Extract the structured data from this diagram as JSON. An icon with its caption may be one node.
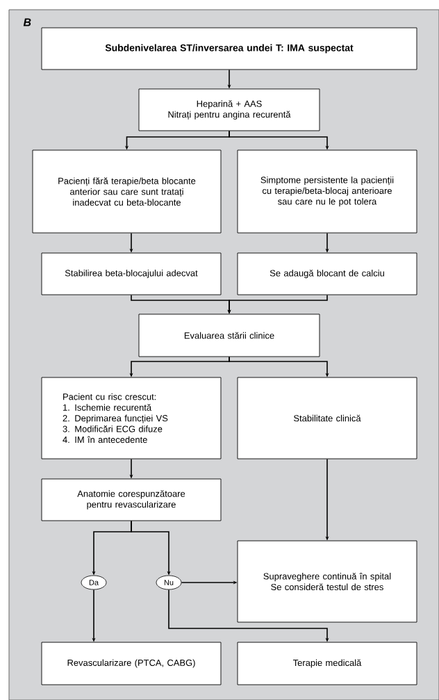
{
  "diagram": {
    "nodes": [
      {
        "text": [
          "Subdenivelarea ST/inversarea undei T: IMA suspectat"
        ]
      },
      {
        "text": [
          "Heparină + AAS",
          "Nitrați pentru angina recurentă"
        ]
      },
      {
        "text": [
          "Pacienți fără terapie/beta blocante anterior sau care sunt tratați inadecvat cu beta-blocante"
        ]
      },
      {
        "text": [
          "Simptome persistente la pacienții cu terapie/beta-blocaj anterioare sau care nu le pot tolera"
        ]
      },
      {
        "text": [
          "Stabilirea beta-blocajului adecvat"
        ]
      },
      {
        "text": [
          "Se adaugă blocant de calciu"
        ]
      },
      {
        "text": [
          "Evaluarea stării clinice"
        ]
      },
      {
        "text": [
          "Pacient cu risc crescut:",
          "1. Ischemie recurentă",
          "2. Deprimarea funcției VS",
          "3. Modificări ECG difuze",
          "4. IM în antecedente"
        ]
      },
      {
        "text": [
          "Stabilitate clinică"
        ]
      },
      {
        "text": [
          "Anatomie corespunzătoare pentru revascularizare"
        ]
      },
      {
        "text": [
          "Da"
        ]
      },
      {
        "text": [
          "Nu"
        ]
      },
      {
        "text": [
          "Supraveghere continuă în spital",
          "Se consideră testul de stres"
        ]
      },
      {
        "text": [
          "Revascularizare (PTCA, CABG)"
        ]
      },
      {
        "text": [
          "Terapie medicală"
        ]
      }
    ],
    "edges": [
      {
        "from": 0,
        "to": 1,
        "arrow": "to"
      },
      {
        "from": 1,
        "to": 2,
        "arrow": "to"
      },
      {
        "from": 1,
        "to": 3,
        "arrow": "to"
      },
      {
        "from": 2,
        "to": 4,
        "arrow": "to"
      },
      {
        "from": 3,
        "to": 5,
        "arrow": "to"
      },
      {
        "from": 4,
        "to": 6,
        "arrow": "to"
      },
      {
        "from": 5,
        "to": 6,
        "arrow": "to"
      },
      {
        "from": 6,
        "to": 7,
        "arrow": "to"
      },
      {
        "from": 6,
        "to": 8,
        "arrow": "to"
      },
      {
        "from": 7,
        "to": 9,
        "arrow": "to"
      },
      {
        "from": 9,
        "to": 10,
        "arrow": "to"
      },
      {
        "from": 9,
        "to": 11,
        "arrow": "to"
      },
      {
        "from": 8,
        "to": 12,
        "arrow": "to"
      },
      {
        "from": 11,
        "to": 12,
        "arrow": "to"
      },
      {
        "from": 10,
        "to": 13,
        "arrow": "to"
      },
      {
        "from": 11,
        "to": 14,
        "arrow": "to"
      }
    ],
    "labels": [
      "B"
    ]
  }
}
